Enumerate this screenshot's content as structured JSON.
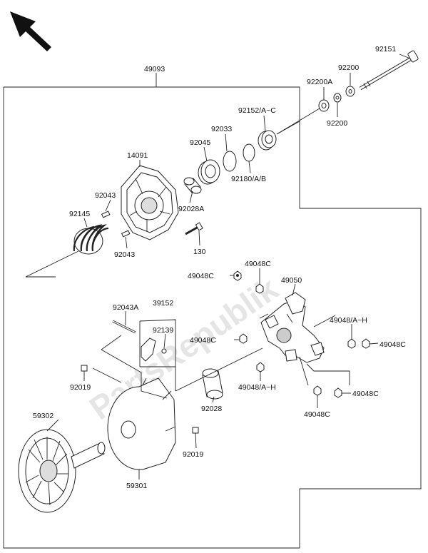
{
  "watermark": "PartsRepublik",
  "labels": {
    "p49093": "49093",
    "p92151": "92151",
    "p92200_top": "92200",
    "p92200A": "92200A",
    "p92200_bottom": "92200",
    "p92152": "92152/A~C",
    "p92033": "92033",
    "p92045": "92045",
    "p92180": "92180/A/B",
    "p14091": "14091",
    "p92043_top": "92043",
    "p92028A": "92028A",
    "p92145": "92145",
    "p92043_bottom": "92043",
    "p130": "130",
    "p49048C_a": "49048C",
    "p49048C_b": "49048C",
    "p49050": "49050",
    "p92043A": "92043A",
    "p39152": "39152",
    "p92139": "92139",
    "p49048C_c": "49048C",
    "p49048AH_a": "49048/A~H",
    "p49048C_d": "49048C",
    "p92019_a": "92019",
    "p92028": "92028",
    "p49048AH_b": "49048/A~H",
    "p49048C_e": "49048C",
    "p59302": "59302",
    "p92019_b": "92019",
    "p49048C_f": "49048C",
    "p59301": "59301"
  }
}
